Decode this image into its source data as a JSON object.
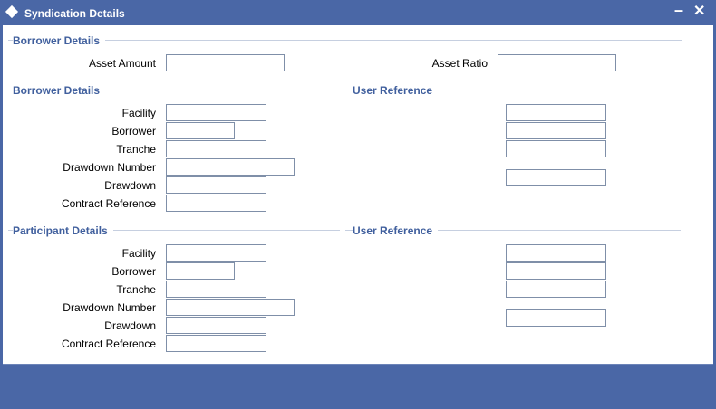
{
  "window": {
    "title": "Syndication Details"
  },
  "borrower_top": {
    "legend": "Borrower Details",
    "asset_amount": {
      "label": "Asset Amount",
      "value": ""
    },
    "asset_ratio": {
      "label": "Asset Ratio",
      "value": ""
    }
  },
  "borrower": {
    "legend": "Borrower Details",
    "user_reference_legend": "User Reference",
    "facility": {
      "label": "Facility",
      "value": "",
      "ref": ""
    },
    "borrower": {
      "label": "Borrower",
      "value": "",
      "ref": ""
    },
    "tranche": {
      "label": "Tranche",
      "value": "",
      "ref": ""
    },
    "drawdown_number": {
      "label": "Drawdown Number",
      "value": ""
    },
    "drawdown": {
      "label": "Drawdown",
      "value": "",
      "ref": ""
    },
    "contract_reference": {
      "label": "Contract Reference",
      "value": ""
    }
  },
  "participant": {
    "legend": "Participant Details",
    "user_reference_legend": "User Reference",
    "facility": {
      "label": "Facility",
      "value": "",
      "ref": ""
    },
    "borrower": {
      "label": "Borrower",
      "value": "",
      "ref": ""
    },
    "tranche": {
      "label": "Tranche",
      "value": "",
      "ref": ""
    },
    "drawdown_number": {
      "label": "Drawdown Number",
      "value": ""
    },
    "drawdown": {
      "label": "Drawdown",
      "value": "",
      "ref": ""
    },
    "contract_reference": {
      "label": "Contract Reference",
      "value": ""
    }
  }
}
